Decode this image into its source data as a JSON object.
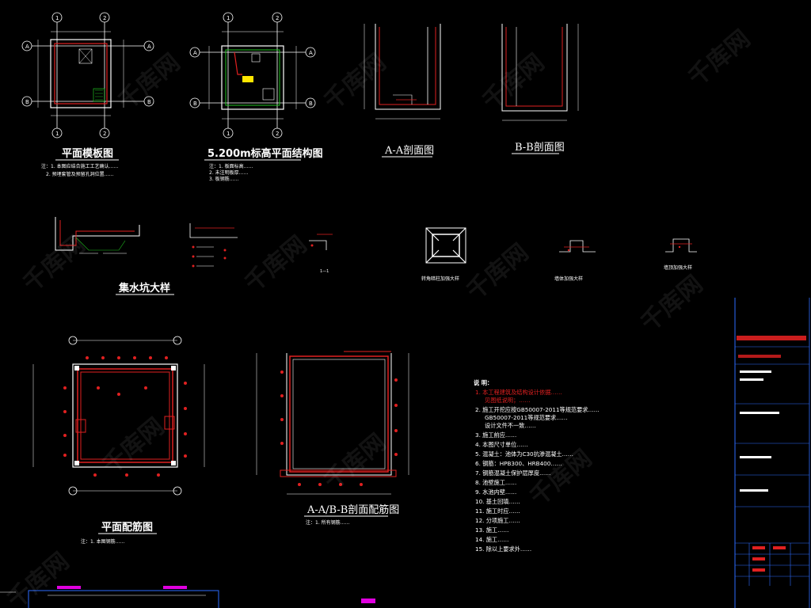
{
  "drawing": {
    "colors": {
      "background": "#000000",
      "line": "#ffffff",
      "rebar": "#e02020",
      "axis": "#ffffff",
      "frame": "#2d6cff",
      "hatch_yellow": "#ffe600",
      "magenta": "#e000e0",
      "green": "#20c020"
    },
    "views": {
      "plan_formwork": "平面模板图",
      "plan_5200": "5.200m标高平面结构图",
      "section_aa": "A-A剖面图",
      "section_bb": "B-B剖面图",
      "sump_detail": "集水坑大样",
      "plan_rebar": "平面配筋图",
      "section_rebar": "A-A/B-B剖面配筋图",
      "detail_corner": "转角暗柱加强大样",
      "detail_mid": "墙体加强大样",
      "detail_right": "墙顶加强大样"
    },
    "axes": {
      "left_plan": [
        "1",
        "2",
        "A",
        "B",
        "1",
        "2",
        "A",
        "B"
      ],
      "mid_plan": [
        "1",
        "2",
        "A",
        "B",
        "1",
        "2",
        "A",
        "B"
      ]
    },
    "notes": {
      "heading": "说 明：",
      "red_lines": [
        "1. 本工程建筑及结构设计依据……",
        "见图纸说明；……"
      ],
      "lines": [
        "2. 施工开挖应按GB50007-2011等规范要求……",
        "GB50007-2011等规范要求……",
        "设计文件不一致……",
        "3. 施工前应……",
        "4. 本图尺寸单位……",
        "5. 混凝土：池体为C30抗渗混凝土……",
        "6. 钢筋：HPB300、HRB400……",
        "7. 钢筋混凝土保护层厚度……",
        "8. 池壁施工……",
        "9. 水池内壁……",
        "10. 基土回填……",
        "11. 施工时应……",
        "12. 分项施工……",
        "13. 施工……",
        "14. 施工……",
        "15. 除以上要求外……"
      ]
    },
    "title_block": {
      "rows": [
        "",
        "",
        "",
        "",
        ""
      ]
    },
    "watermark": "千库网"
  }
}
